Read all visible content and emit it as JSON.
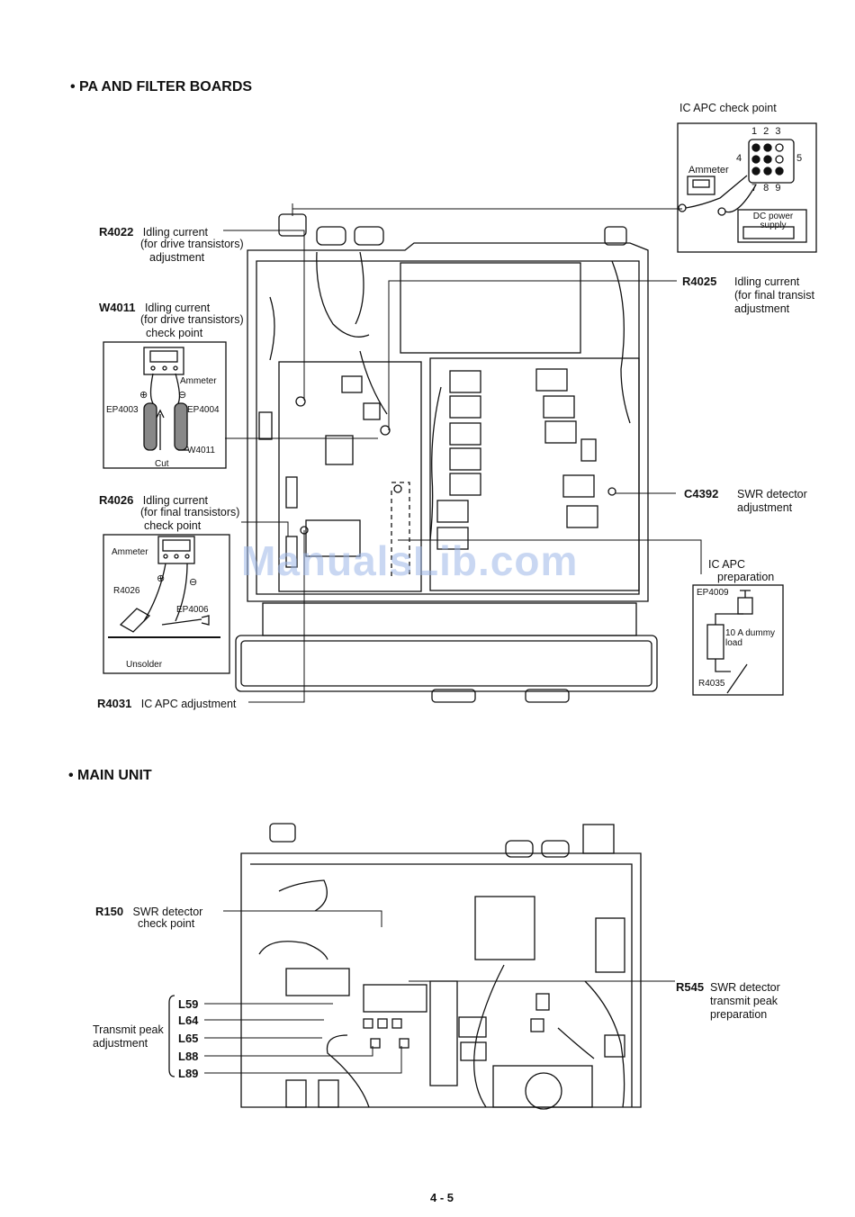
{
  "sections": {
    "pa_filter_title": "• PA AND FILTER BOARDS",
    "main_unit_title": "• MAIN UNIT"
  },
  "pa": {
    "ic_apc_check_point": {
      "label": "IC APC check point",
      "pins_top": "1 2 3",
      "pin_left": "4",
      "pin_right": "5",
      "pins_bottom": "7 8 9",
      "ammeter": "Ammeter",
      "dc_power_supply": "DC power supply"
    },
    "r4022": {
      "ref": "R4022",
      "lines": [
        "Idling current",
        "(for drive transistors)",
        "adjustment"
      ]
    },
    "w4011": {
      "ref": "W4011",
      "lines": [
        "Idling current",
        "(for drive transistors)",
        "check point"
      ]
    },
    "w4011_inset": {
      "ammeter": "Ammeter",
      "ep_left": "EP4003",
      "ep_right": "EP4004",
      "wire": "W4011",
      "cut": "Cut",
      "plus": "⊕",
      "minus": "⊖"
    },
    "r4026": {
      "ref": "R4026",
      "lines": [
        "Idling current",
        "(for final transistors)",
        "check point"
      ]
    },
    "r4026_inset": {
      "ammeter": "Ammeter",
      "resistor": "R4026",
      "ep": "EP4006",
      "unsolder": "Unsolder",
      "plus": "⊕",
      "minus": "⊖"
    },
    "r4031": {
      "ref": "R4031",
      "text": "IC APC adjustment"
    },
    "r4025": {
      "ref": "R4025",
      "lines": [
        "Idling current",
        "(for final transist",
        "adjustment"
      ]
    },
    "c4392": {
      "ref": "C4392",
      "lines": [
        "SWR detector",
        "adjustment"
      ]
    },
    "ic_apc_prep": {
      "lines": [
        "IC APC",
        "preparation"
      ],
      "ep": "EP4009",
      "load": [
        "10 A dummy",
        "load"
      ],
      "resistor": "R4035"
    },
    "watermark": "ManualsLib.com"
  },
  "main": {
    "r150": {
      "ref": "R150",
      "lines": [
        "SWR detector",
        "check point"
      ]
    },
    "r545": {
      "ref": "R545",
      "lines": [
        "SWR detector",
        "transmit peak",
        "preparation"
      ]
    },
    "transmit_peak": [
      "Transmit peak",
      "adjustment"
    ],
    "coils": [
      "L59",
      "L64",
      "L65",
      "L88",
      "L89"
    ]
  },
  "page_number": "4 - 5"
}
